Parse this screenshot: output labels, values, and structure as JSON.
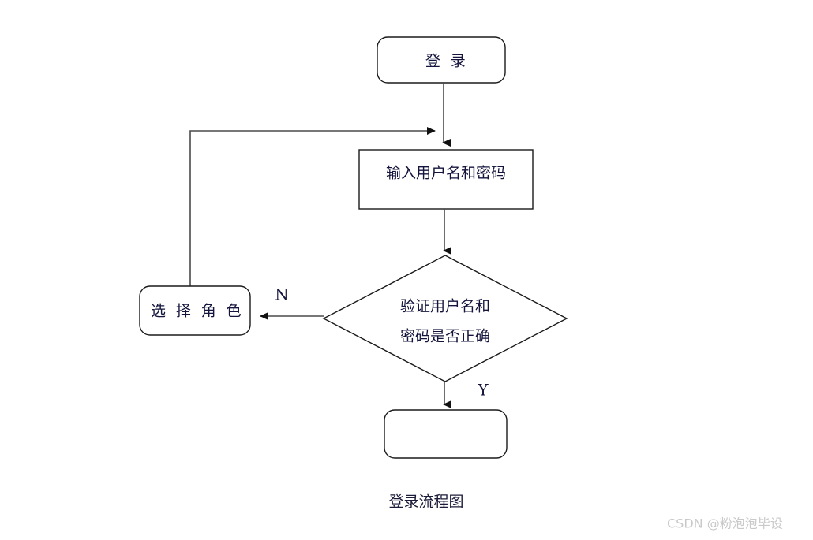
{
  "diagram": {
    "caption": "登录流程图",
    "watermark": "CSDN @粉泡泡毕设",
    "colors": {
      "background": "#ffffff",
      "node_stroke": "#1a1a1a",
      "node_fill": "#ffffff",
      "connector": "#4a4a4a",
      "arrowhead": "#111111",
      "text": "#14143c",
      "watermark": "#c9c9c9"
    },
    "nodes": [
      {
        "id": "start",
        "type": "terminator",
        "shape": "rounded-rectangle",
        "label": "登     录"
      },
      {
        "id": "input-credentials",
        "type": "process",
        "shape": "rectangle",
        "label": "输入用户名和密码"
      },
      {
        "id": "verify-decision",
        "type": "decision",
        "shape": "diamond",
        "label_line1": "验证用户名和",
        "label_line2": "密码是否正确"
      },
      {
        "id": "select-role",
        "type": "process",
        "shape": "rounded-rectangle",
        "label": "选 择 角 色"
      },
      {
        "id": "end",
        "type": "terminator",
        "shape": "rounded-rectangle",
        "label": ""
      }
    ],
    "edges": [
      {
        "id": "start-to-input",
        "from": "start",
        "to": "input-credentials",
        "label": ""
      },
      {
        "id": "input-to-verify",
        "from": "input-credentials",
        "to": "verify-decision",
        "label": ""
      },
      {
        "id": "verify-to-select-role",
        "from": "verify-decision",
        "to": "select-role",
        "label": "N"
      },
      {
        "id": "select-role-to-input",
        "from": "select-role",
        "to": "input-credentials",
        "label": ""
      },
      {
        "id": "verify-to-end",
        "from": "verify-decision",
        "to": "end",
        "label": "Y"
      }
    ],
    "branch_labels": {
      "no": "N",
      "yes": "Y"
    }
  }
}
